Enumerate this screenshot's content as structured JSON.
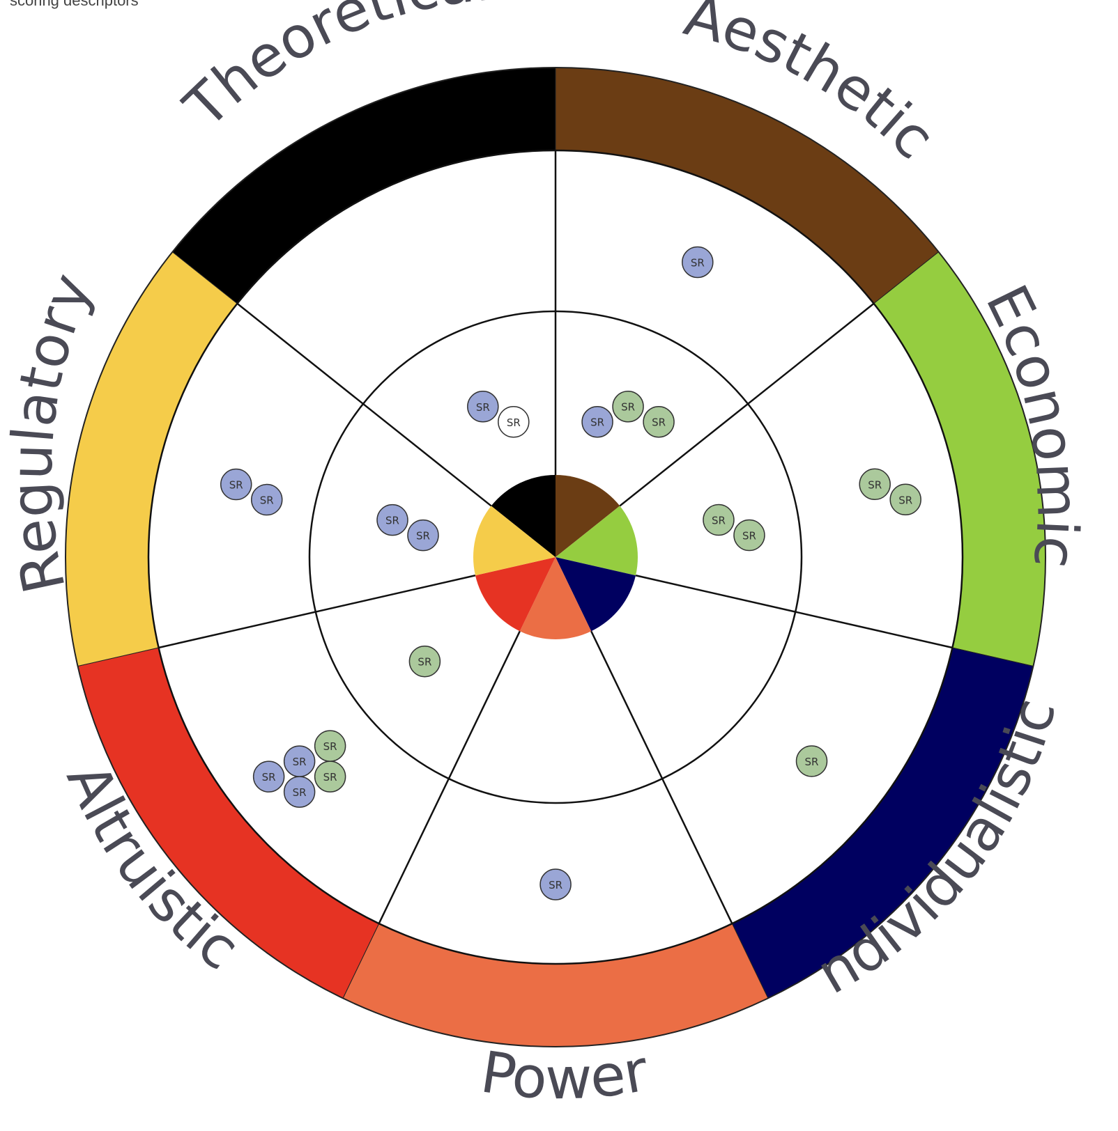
{
  "caption": "scoring descriptors",
  "colors": {
    "Theoretical": "#6b3d14",
    "Aesthetic": "#95cd40",
    "Economic": "#000060",
    "Individualistic": "#eb6e45",
    "Power": "#e63323",
    "Altruistic": "#f5cc4a",
    "Regulatory": "#000000",
    "marker_blue": "#9aa6d6",
    "marker_green": "#abc99c",
    "marker_white": "#ffffff"
  },
  "categories": [
    {
      "name": "Theoretical",
      "label": "Theoretical"
    },
    {
      "name": "Aesthetic",
      "label": "Aesthetic"
    },
    {
      "name": "Economic",
      "label": "Economic"
    },
    {
      "name": "Individualistic",
      "label": "Individualistic"
    },
    {
      "name": "Power",
      "label": "Power"
    },
    {
      "name": "Altruistic",
      "label": "Altruistic"
    },
    {
      "name": "Regulatory",
      "label": "Regulatory"
    }
  ],
  "marker_label": "SR",
  "markers": [
    {
      "cat": "Theoretical",
      "ring": "outer",
      "color": "blue"
    },
    {
      "cat": "Theoretical",
      "ring": "inner",
      "color": "green"
    },
    {
      "cat": "Theoretical",
      "ring": "inner",
      "color": "green"
    },
    {
      "cat": "Theoretical",
      "ring": "inner",
      "color": "blue"
    },
    {
      "cat": "Aesthetic",
      "ring": "outer",
      "color": "green"
    },
    {
      "cat": "Aesthetic",
      "ring": "outer",
      "color": "green"
    },
    {
      "cat": "Aesthetic",
      "ring": "inner",
      "color": "green"
    },
    {
      "cat": "Aesthetic",
      "ring": "inner",
      "color": "green"
    },
    {
      "cat": "Economic",
      "ring": "outer",
      "color": "green"
    },
    {
      "cat": "Individualistic",
      "ring": "outer",
      "color": "blue"
    },
    {
      "cat": "Power",
      "ring": "inner",
      "color": "green"
    },
    {
      "cat": "Power",
      "ring": "outer",
      "color": "blue"
    },
    {
      "cat": "Power",
      "ring": "outer",
      "color": "green"
    },
    {
      "cat": "Power",
      "ring": "outer",
      "color": "blue"
    },
    {
      "cat": "Power",
      "ring": "outer",
      "color": "blue"
    },
    {
      "cat": "Power",
      "ring": "outer",
      "color": "green"
    },
    {
      "cat": "Altruistic",
      "ring": "inner",
      "color": "blue"
    },
    {
      "cat": "Altruistic",
      "ring": "inner",
      "color": "blue"
    },
    {
      "cat": "Altruistic",
      "ring": "outer",
      "color": "blue"
    },
    {
      "cat": "Altruistic",
      "ring": "outer",
      "color": "blue"
    },
    {
      "cat": "Regulatory",
      "ring": "inner",
      "color": "blue"
    },
    {
      "cat": "Regulatory",
      "ring": "inner",
      "color": "white"
    }
  ]
}
